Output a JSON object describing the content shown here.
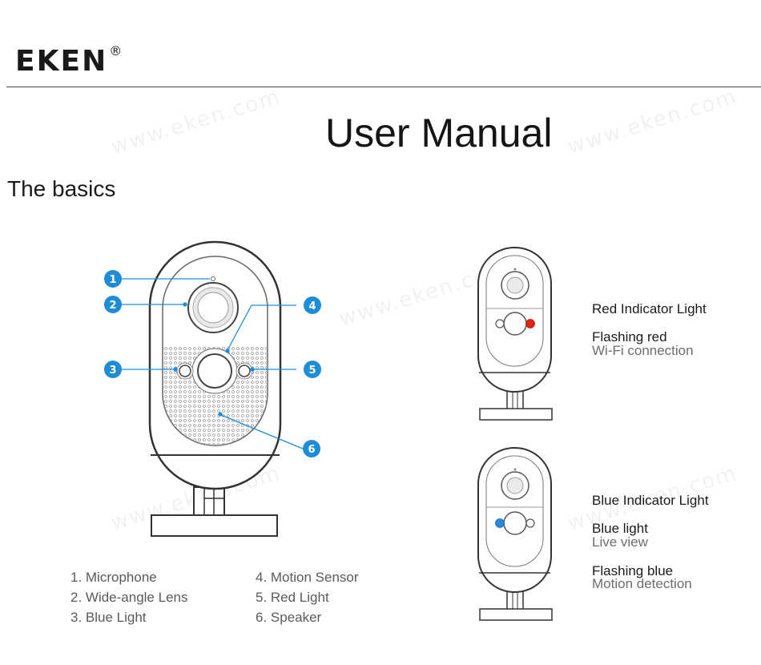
{
  "header": {
    "brand": "EKEN",
    "brand_mark": "®"
  },
  "title": "User Manual",
  "section": "The basics",
  "watermark": "www.eken.com",
  "callouts": [
    {
      "number": "1"
    },
    {
      "number": "2"
    },
    {
      "number": "3"
    },
    {
      "number": "4"
    },
    {
      "number": "5"
    },
    {
      "number": "6"
    }
  ],
  "legend": {
    "left": [
      "1. Microphone",
      "2. Wide-angle Lens",
      "3. Blue Light"
    ],
    "right": [
      "4. Motion Sensor",
      "5. Red Light",
      "6. Speaker"
    ]
  },
  "red_indicator": {
    "title": "Red Indicator Light",
    "items": [
      {
        "state": "Flashing red",
        "meaning": "Wi-Fi connection"
      }
    ]
  },
  "blue_indicator": {
    "title": "Blue Indicator Light",
    "items": [
      {
        "state": "Blue light",
        "meaning": "Live view"
      },
      {
        "state": "Flashing blue",
        "meaning": "Motion detection"
      }
    ]
  },
  "colors": {
    "callout": "#1f8dd6",
    "red_led": "#e32219",
    "blue_led": "#2c88d9",
    "text": "#1b1b1b",
    "muted": "#5a5a5a"
  }
}
